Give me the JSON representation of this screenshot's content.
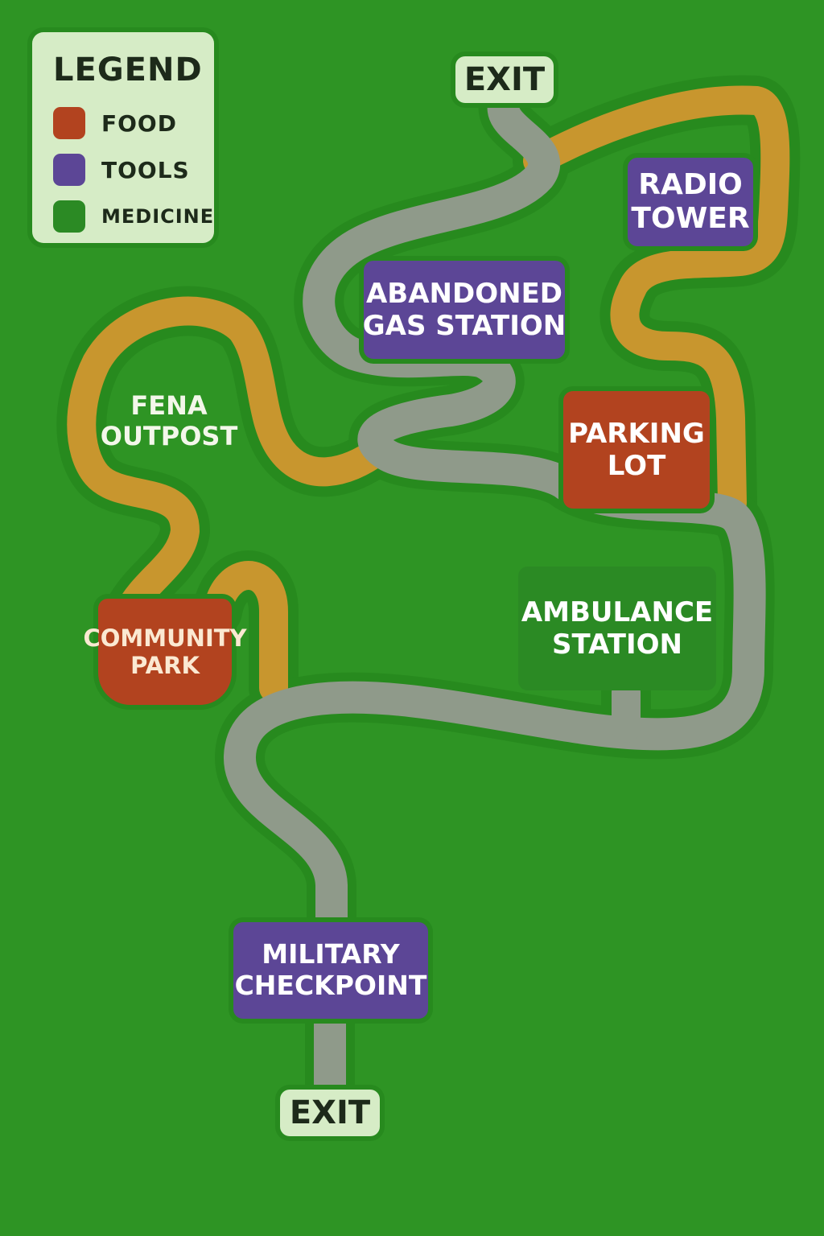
{
  "legend": {
    "title": "LEGEND",
    "items": [
      {
        "label": "FOOD",
        "color": "#b2431f"
      },
      {
        "label": "TOOLS",
        "color": "#5c4696"
      },
      {
        "label": "MEDICINE",
        "color": "#2b8a24"
      }
    ]
  },
  "colors": {
    "ground": "#2e9424",
    "main_road": "#8f9a8a",
    "side_trail": "#c8962e",
    "road_edge": "#278a1e"
  },
  "exits": {
    "top": "EXIT",
    "bottom": "EXIT"
  },
  "locations": {
    "radio_tower": {
      "line1": "RADIO",
      "line2": "TOWER",
      "category": "TOOLS"
    },
    "gas_station": {
      "line1": "ABANDONED",
      "line2": "GAS STATION",
      "category": "TOOLS"
    },
    "fena_outpost": {
      "line1": "FENA",
      "line2": "OUTPOST"
    },
    "parking_lot": {
      "line1": "PARKING",
      "line2": "LOT",
      "category": "FOOD"
    },
    "ambulance_station": {
      "line1": "AMBULANCE",
      "line2": "STATION",
      "category": "MEDICINE"
    },
    "community_park": {
      "line1": "COMMUNITY",
      "line2": "PARK",
      "category": "FOOD"
    },
    "military_checkpoint": {
      "line1": "MILITARY",
      "line2": "CHECKPOINT",
      "category": "TOOLS"
    }
  }
}
